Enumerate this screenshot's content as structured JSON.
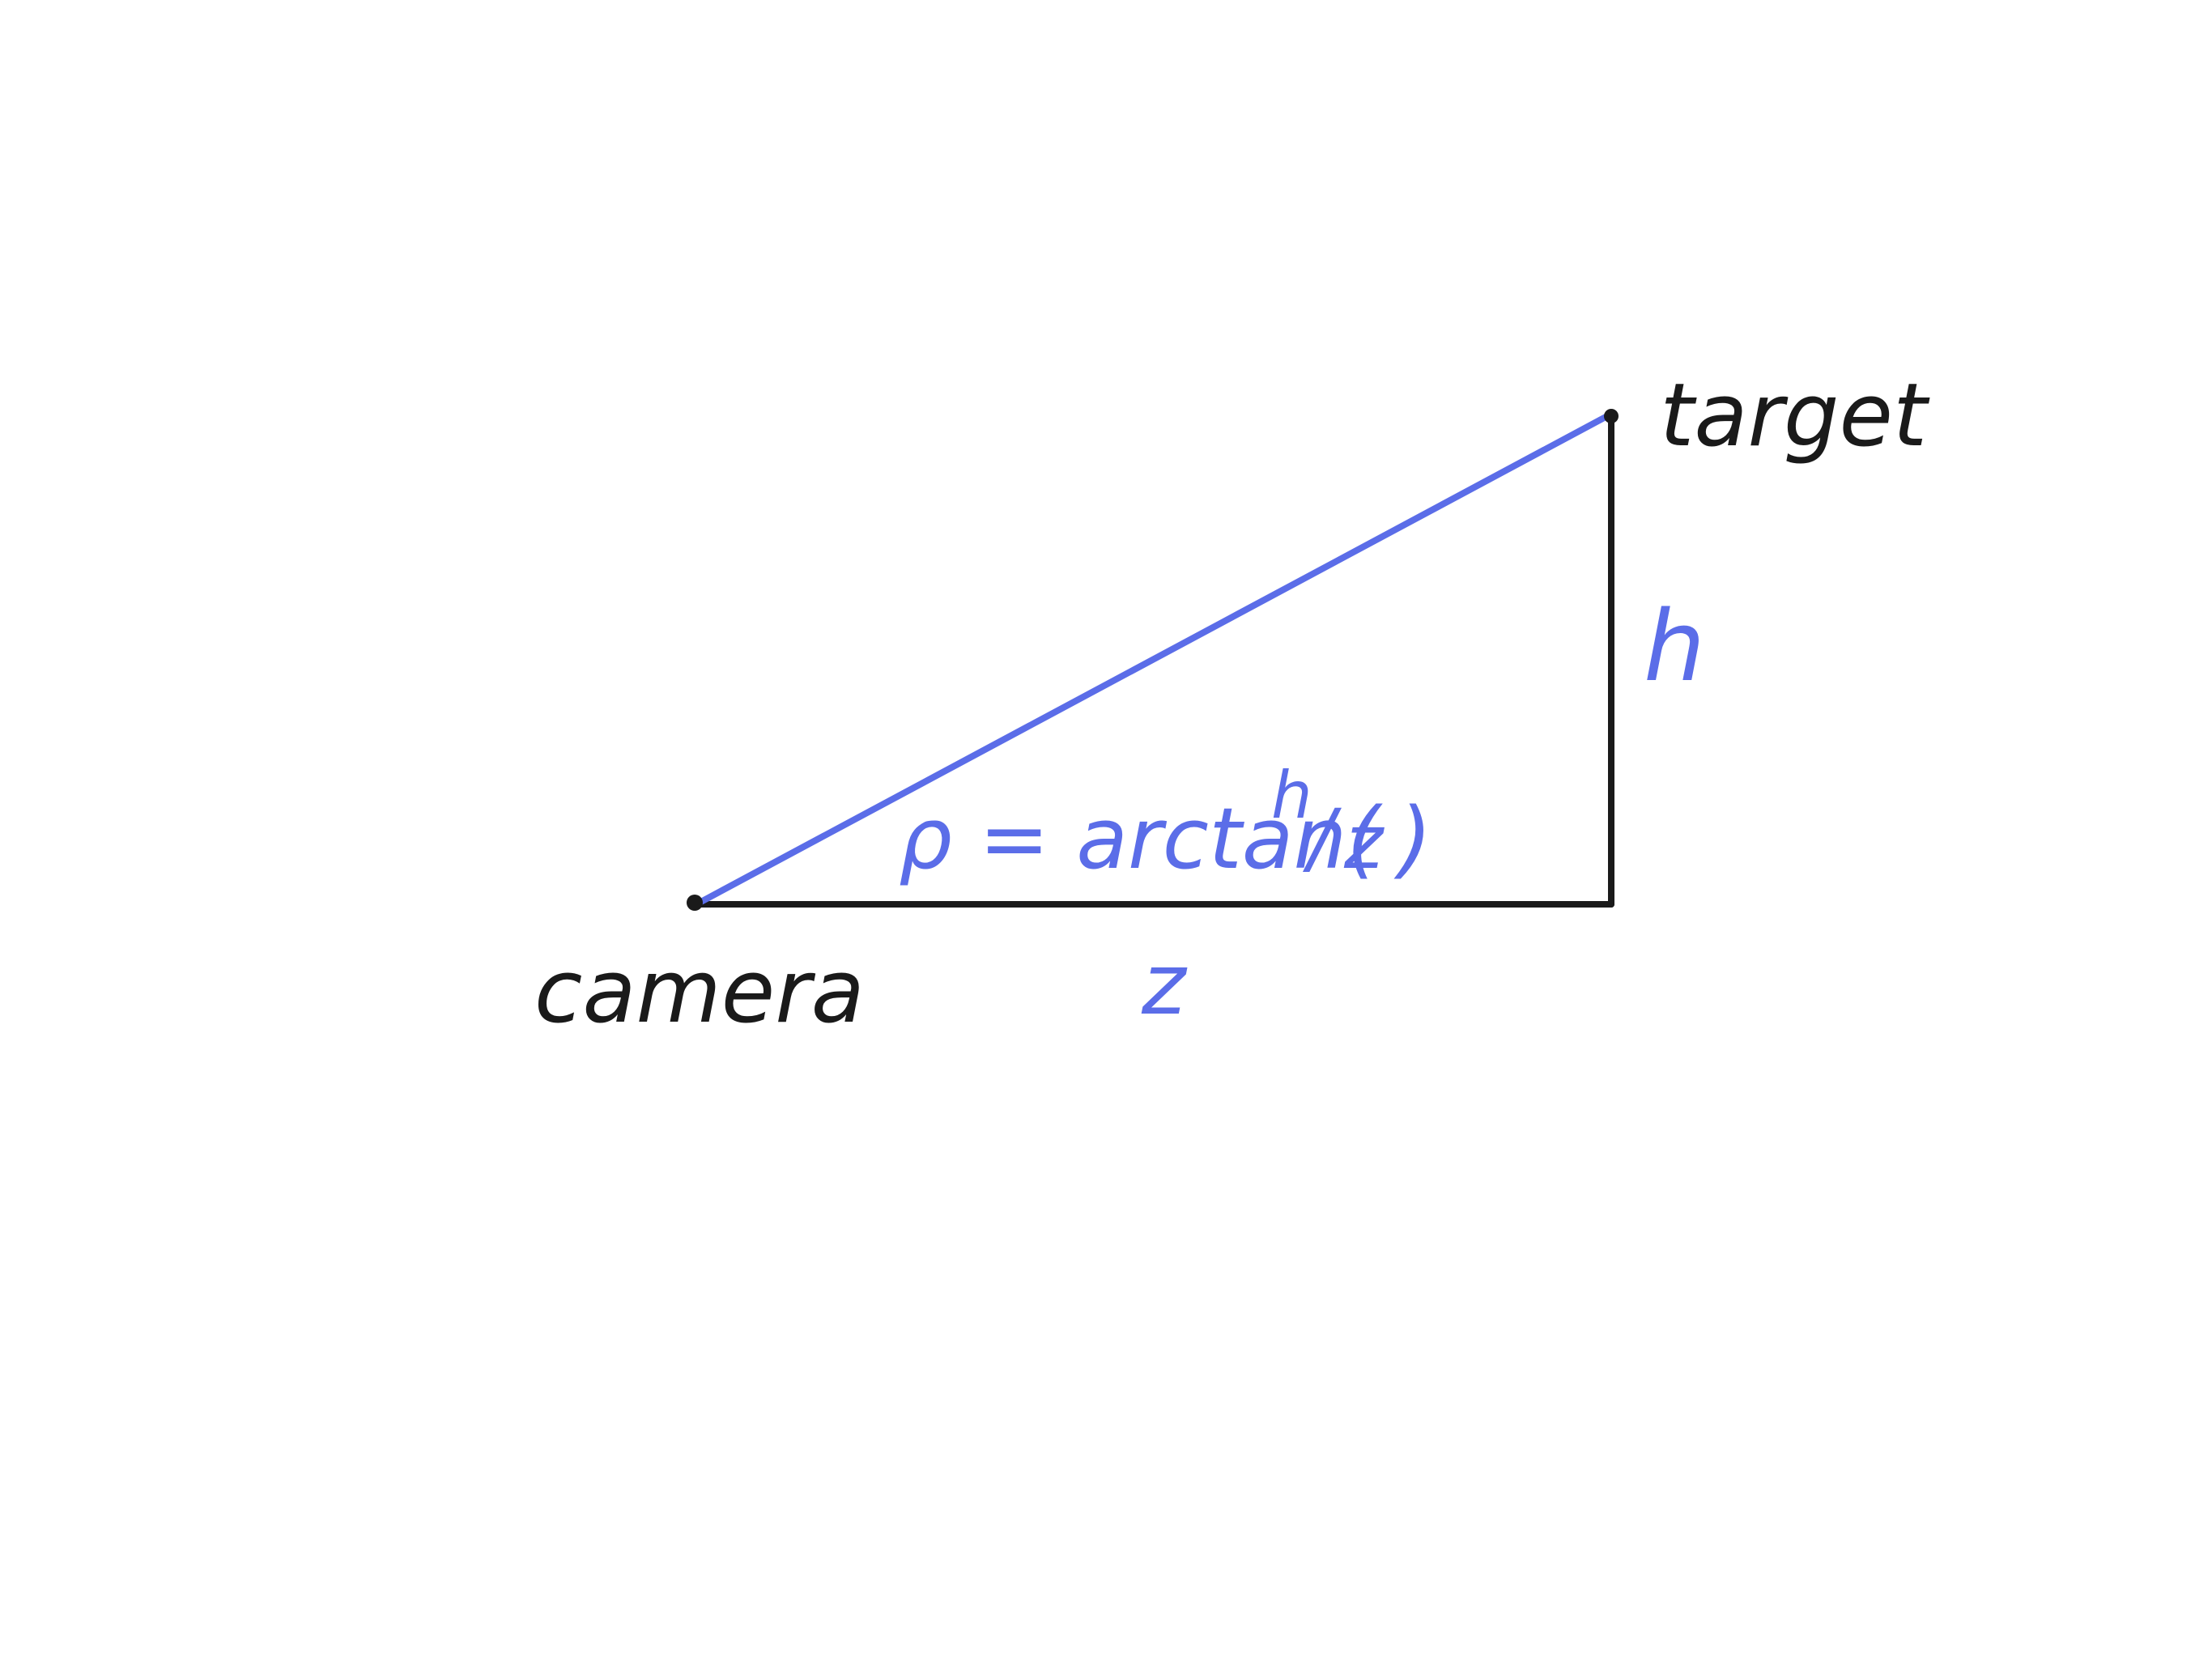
{
  "diagram": {
    "labels": {
      "camera": "camera",
      "target": "target",
      "height": "h",
      "distance": "z",
      "formula_prefix": "ρ = arctan(",
      "formula_numerator": "h",
      "formula_slash": "/",
      "formula_denominator": "z",
      "formula_suffix": ")"
    },
    "colors": {
      "ink": "#1a1a1a",
      "accent": "#5b6de8",
      "background": "#ffffff"
    }
  }
}
